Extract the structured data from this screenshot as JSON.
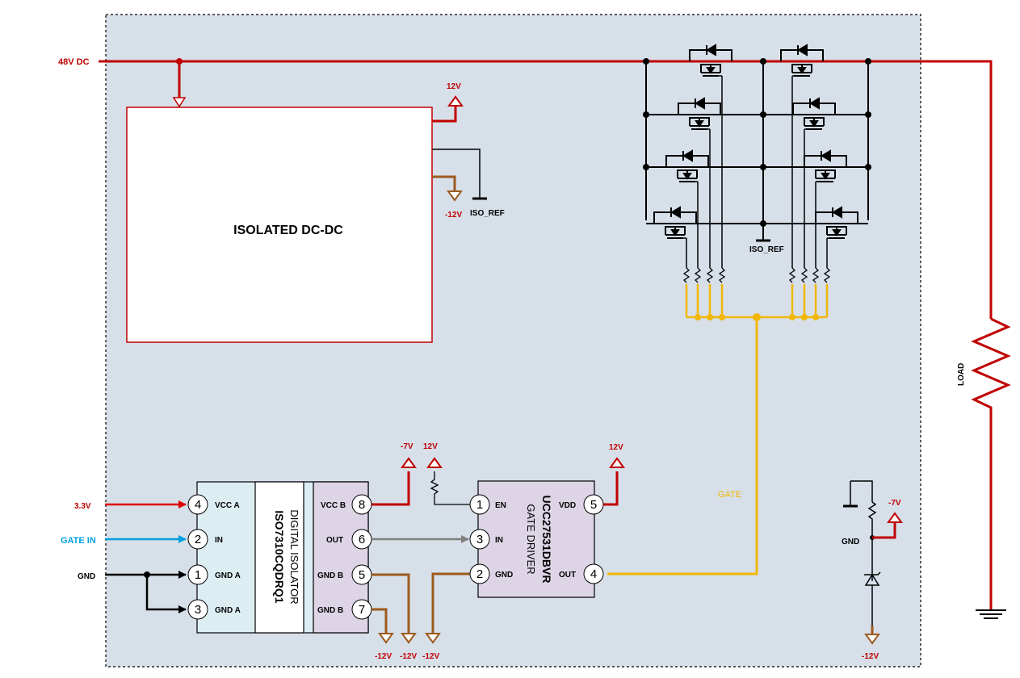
{
  "labels": {
    "rail_48v": "48V DC",
    "dcdc_title": "ISOLATED DC-DC",
    "dcdc_out_pos": "12V",
    "dcdc_out_neg": "-12V",
    "iso_ref_1": "ISO_REF",
    "iso_ref_2": "ISO_REF",
    "load": "LOAD",
    "gate": "GATE",
    "in_33v": "3.3V",
    "in_gate": "GATE IN",
    "in_gnd": "GND",
    "neg7v_1": "-7V",
    "pos12v_en": "12V",
    "pos12v_vdd": "12V",
    "neg12v_a": "-12V",
    "neg12v_b": "-12V",
    "neg12v_c": "-12V",
    "neg7v_zener": "-7V",
    "gnd_zener": "GND",
    "neg12v_zener": "-12V"
  },
  "isolator": {
    "part": "ISO7310CQDRQ1",
    "desc": "DIGITAL ISOLATOR",
    "pins_a": [
      {
        "num": "4",
        "name": "VCC A"
      },
      {
        "num": "2",
        "name": "IN"
      },
      {
        "num": "1",
        "name": "GND A"
      },
      {
        "num": "3",
        "name": "GND A"
      }
    ],
    "pins_b": [
      {
        "num": "8",
        "name": "VCC B"
      },
      {
        "num": "6",
        "name": "OUT"
      },
      {
        "num": "5",
        "name": "GND B"
      },
      {
        "num": "7",
        "name": "GND B"
      }
    ]
  },
  "driver": {
    "part": "UCC27531DBVR",
    "desc": "GATE DRIVER",
    "pins_left": [
      {
        "num": "1",
        "name": "EN"
      },
      {
        "num": "3",
        "name": "IN"
      },
      {
        "num": "2",
        "name": "GND"
      }
    ],
    "pins_right": [
      {
        "num": "5",
        "name": "VDD"
      },
      {
        "num": "4",
        "name": "OUT"
      }
    ]
  },
  "colors": {
    "power": "#c00000",
    "gate": "#f2b705",
    "neg": "#9c5a1e",
    "signal_in": "#00a0e0",
    "isolator_fill": "#ddeef3",
    "chip_fill": "#ddd5e5",
    "board_fill": "#d7dfe9"
  }
}
